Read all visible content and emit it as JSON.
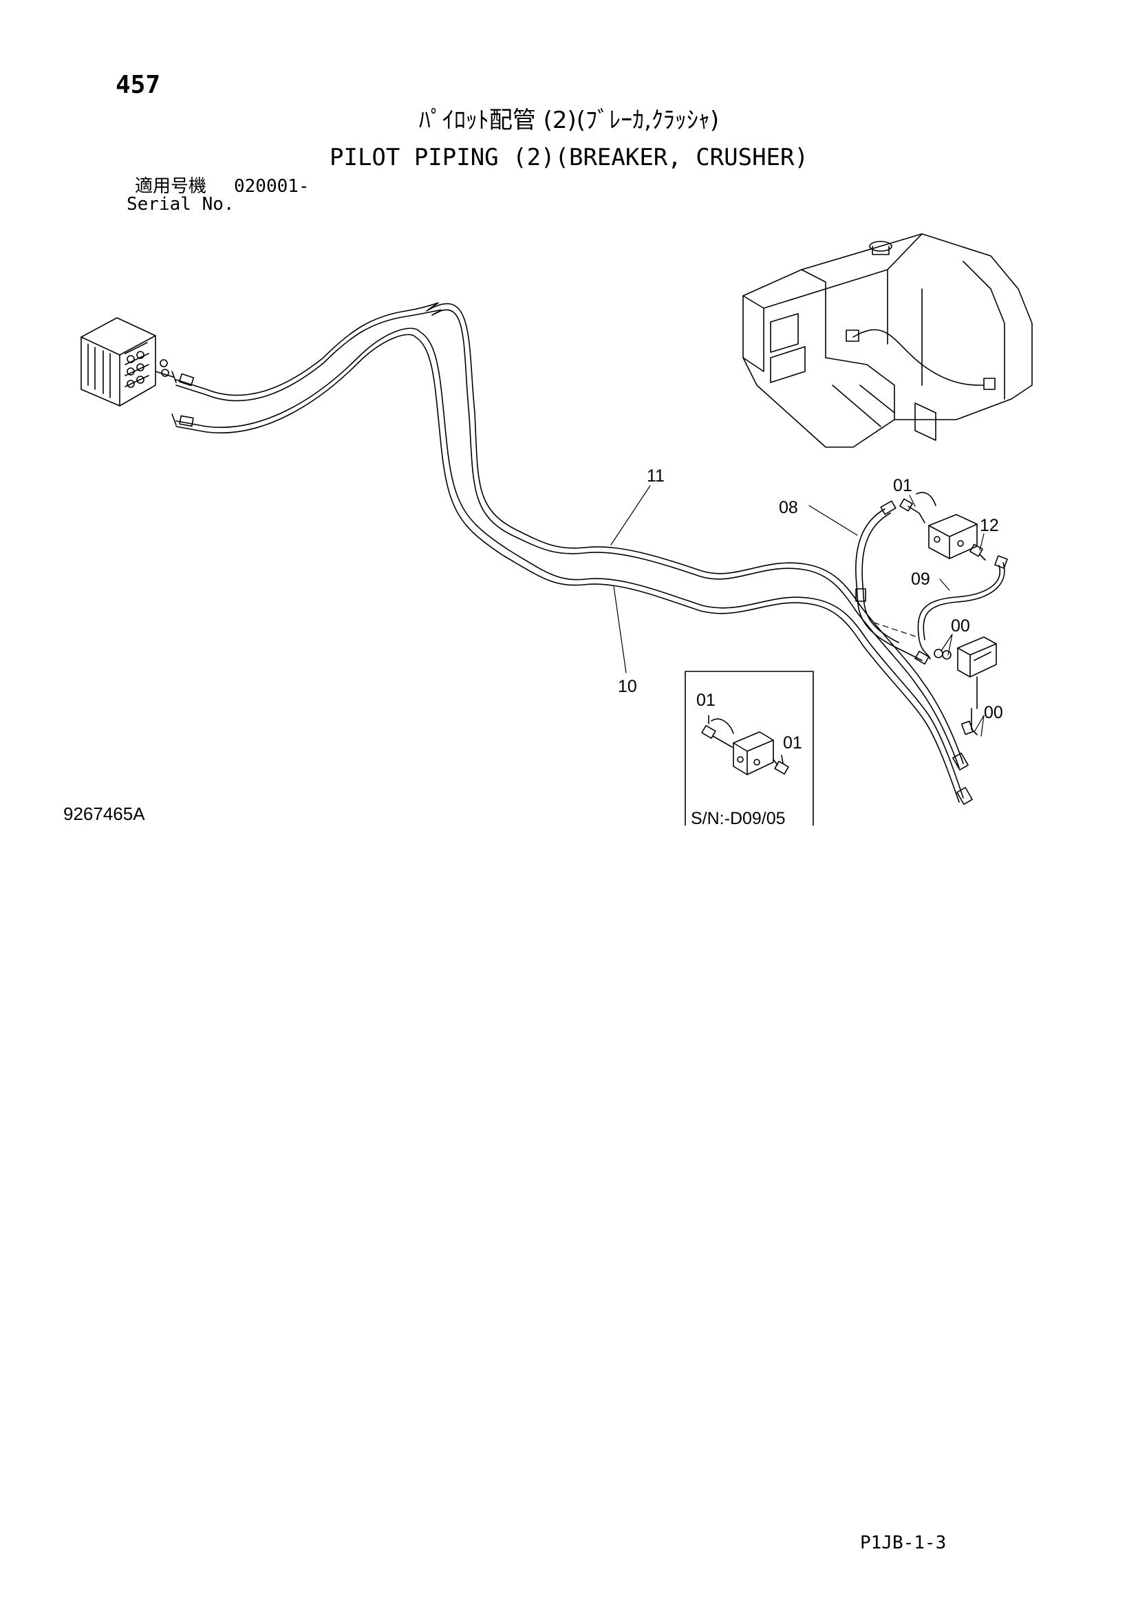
{
  "header": {
    "page_number": "457",
    "title_jp": "ﾊﾟｲﾛｯﾄ配管 (2)(ﾌﾞﾚｰｶ,ｸﾗｯｼｬ)",
    "title_en": "PILOT PIPING (2)(BREAKER, CRUSHER)",
    "serial_label_jp": "適用号機",
    "serial_value": "020001-",
    "serial_label_en": "Serial No."
  },
  "diagram": {
    "callouts": {
      "c11": "11",
      "c10": "10",
      "c08": "08",
      "c01a": "01",
      "c12": "12",
      "c09": "09",
      "c00a": "00",
      "c00b": "00",
      "inset01a": "01",
      "inset01b": "01"
    },
    "inset_serial": "S/N:-D09/05"
  },
  "footer": {
    "figure_number": "9267465A",
    "page_code": "P1JB-1-3"
  }
}
